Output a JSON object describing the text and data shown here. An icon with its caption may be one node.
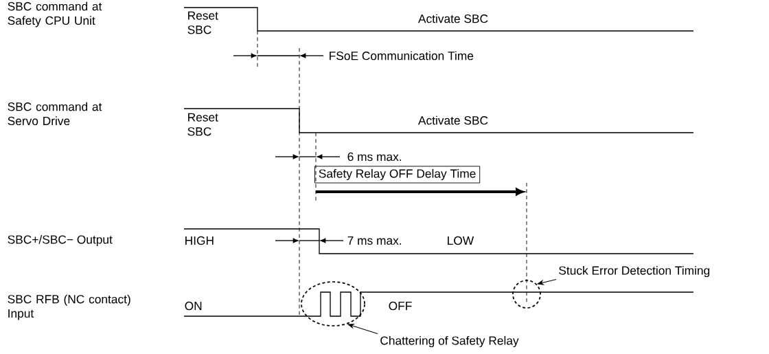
{
  "diagram": {
    "nodes": [
      {
        "text": [
          "Safety Relay OFF Delay Time"
        ]
      },
      {
        "text": [
          "Stuck Error Detection Timing"
        ]
      },
      {
        "text": [],
        "shape": "circle"
      },
      {
        "text": [],
        "shape": "circle"
      },
      {
        "text": [
          "Chattering of Safety Relay"
        ]
      }
    ],
    "edges": [
      {
        "from": 1,
        "to": 3,
        "arrow": "to"
      },
      {
        "from": 4,
        "to": 2,
        "arrow": "to"
      }
    ],
    "labels": [
      "SBC command at Safety CPU Unit",
      "Reset SBC",
      "Activate SBC",
      "FSoE Communication Time",
      "SBC command at Servo Drive",
      "Reset SBC",
      "Activate SBC",
      "6 ms max.",
      "SBC+/SBC− Output",
      "HIGH",
      "7 ms max.",
      "LOW",
      "SBC RFB (NC contact) Input",
      "ON",
      "OFF"
    ]
  }
}
